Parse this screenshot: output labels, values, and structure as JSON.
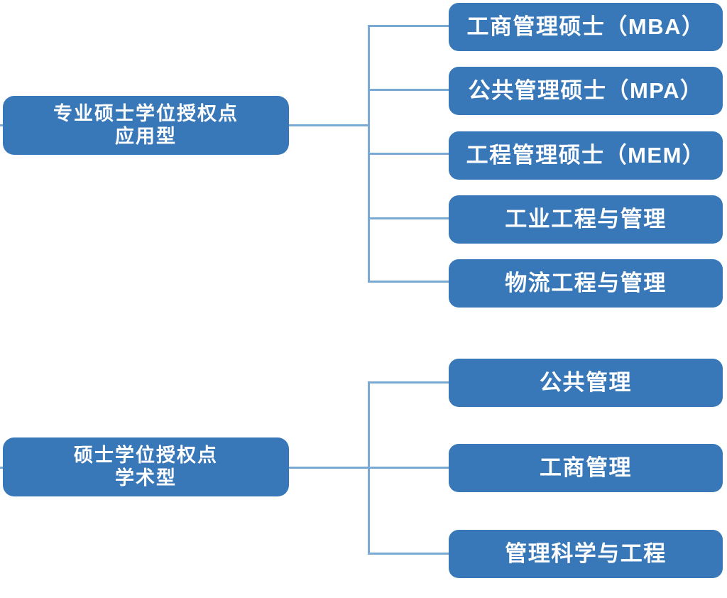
{
  "diagram": {
    "type": "org-tree",
    "title_hidden": true,
    "colors": {
      "node_fill": "#3877b8",
      "node_text": "#ffffff",
      "connector": "#7aa9d4",
      "background": "#ffffff"
    },
    "groups": [
      {
        "id": "professional",
        "parent": {
          "label": "专业硕士学位授权点\n应用型",
          "line1": "专业硕士学位授权点",
          "line2": "应用型"
        },
        "children": [
          {
            "label": "工商管理硕士（MBA）"
          },
          {
            "label": "公共管理硕士（MPA）"
          },
          {
            "label": "工程管理硕士（MEM）"
          },
          {
            "label": "工业工程与管理"
          },
          {
            "label": "物流工程与管理"
          }
        ]
      },
      {
        "id": "academic",
        "parent": {
          "label": "硕士学位授权点\n学术型",
          "line1": "硕士学位授权点",
          "line2": "学术型"
        },
        "children": [
          {
            "label": "公共管理"
          },
          {
            "label": "工商管理"
          },
          {
            "label": "管理科学与工程"
          }
        ]
      }
    ]
  }
}
